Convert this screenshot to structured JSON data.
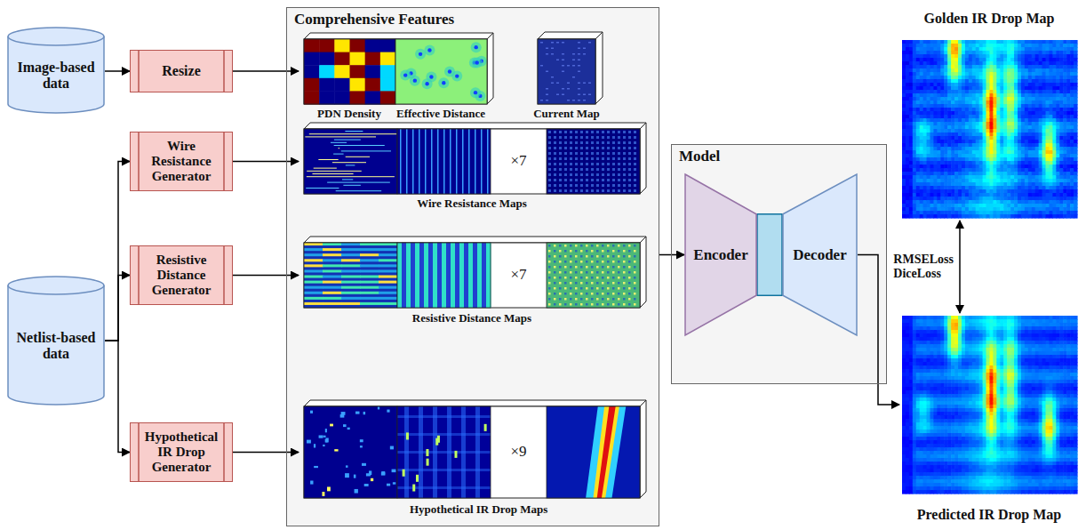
{
  "diagram": {
    "nodes": [
      {
        "text": [
          "Image-based data"
        ]
      },
      {
        "text": [
          "Netlist-based data"
        ]
      },
      {
        "text": [
          "Resize"
        ]
      },
      {
        "text": [
          "Wire Resistance Generator"
        ]
      },
      {
        "text": [
          "Resistive Distance Generator"
        ]
      },
      {
        "text": [
          "Hypothetical IR Drop Generator"
        ]
      },
      {
        "text": [
          "Comprehensive Features"
        ]
      },
      {
        "text": [
          "PDN Density",
          "Effective Distance"
        ],
        "in": 6
      },
      {
        "text": [
          "Current Map"
        ],
        "in": 6
      },
      {
        "text": [
          "×7",
          "Wire Resistance Maps"
        ],
        "in": 6
      },
      {
        "text": [
          "×7",
          "Resistive Distance Maps"
        ],
        "in": 6
      },
      {
        "text": [
          "×9",
          "Hypothetical IR Drop Maps"
        ],
        "in": 6
      },
      {
        "text": [
          "Model"
        ]
      },
      {
        "text": [
          "Encoder"
        ],
        "in": 12
      },
      {
        "text": [
          "Decoder"
        ],
        "in": 12
      },
      {
        "text": [
          "Golden IR Drop Map"
        ]
      },
      {
        "text": [
          "Predicted IR Drop Map"
        ]
      }
    ],
    "edges": [
      {
        "from": 0,
        "to": 2,
        "arrow": "to"
      },
      {
        "from": 2,
        "to": 7,
        "arrow": "to"
      },
      {
        "from": 1,
        "to": 3,
        "arrow": "to"
      },
      {
        "from": 1,
        "to": 4,
        "arrow": "to"
      },
      {
        "from": 1,
        "to": 5,
        "arrow": "to"
      },
      {
        "from": 3,
        "to": 9,
        "arrow": "to"
      },
      {
        "from": 4,
        "to": 10,
        "arrow": "to"
      },
      {
        "from": 5,
        "to": 11,
        "arrow": "to"
      },
      {
        "from": 6,
        "to": 13,
        "arrow": "to"
      },
      {
        "from": 14,
        "to": 16,
        "arrow": "to"
      },
      {
        "from": 15,
        "to": 16,
        "label": "RMSELoss DiceLoss",
        "arrow": "both"
      }
    ]
  }
}
